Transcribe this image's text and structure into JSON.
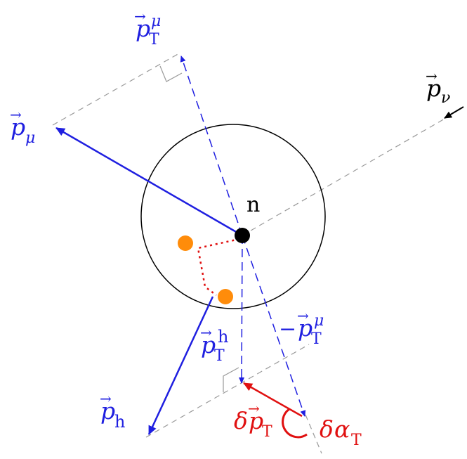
{
  "labels": {
    "nucleon": "n",
    "p_mu_T": {
      "base": "p",
      "sub": "T",
      "sup": "μ"
    },
    "p_mu": {
      "base": "p",
      "sub": "μ"
    },
    "p_nu": {
      "base": "p",
      "sub": "ν"
    },
    "p_h": {
      "base": "p",
      "sub": "h"
    },
    "p_h_T": {
      "base": "p",
      "sub": "T",
      "sup": "h"
    },
    "neg_p_mu_T": {
      "prefix": "−",
      "base": "p",
      "sub": "T",
      "sup": "μ"
    },
    "delta_p_T": {
      "prefix": "δ",
      "base": "p",
      "sub": "T"
    },
    "delta_alpha_T": {
      "prefix": "δ",
      "base": "α",
      "sub": "T"
    }
  },
  "colors": {
    "blue": "#1f1fe0",
    "red": "#e01010",
    "orange": "#ff8c0a",
    "black": "#000000",
    "gray": "#9a9a9a"
  }
}
